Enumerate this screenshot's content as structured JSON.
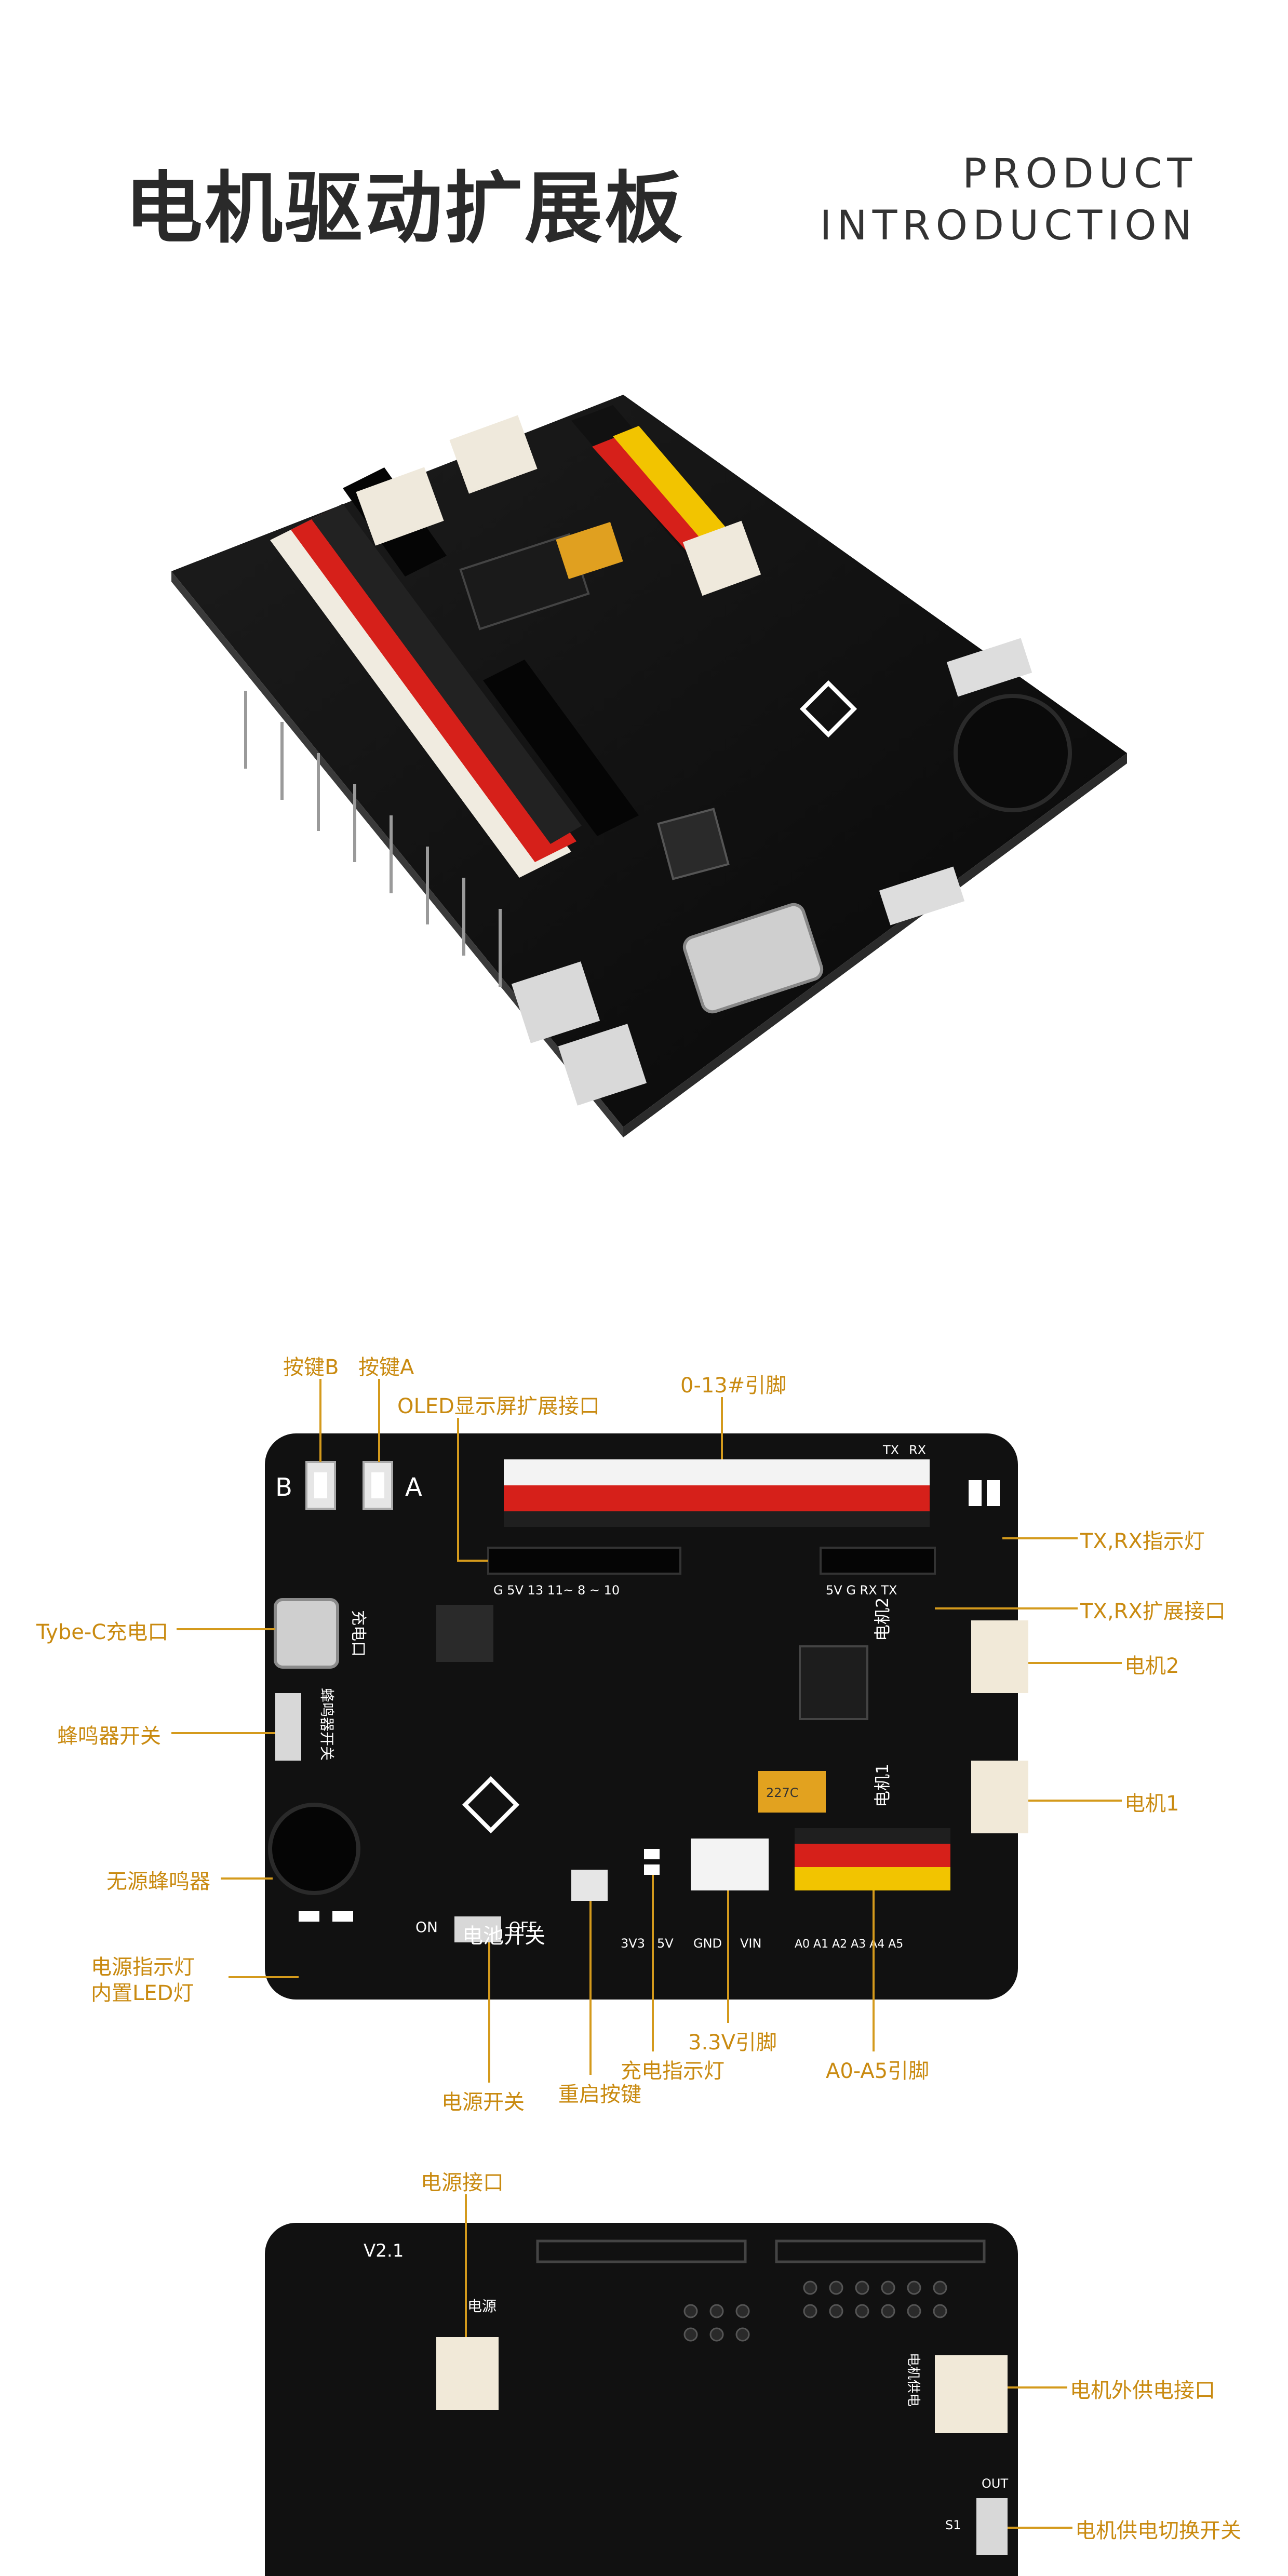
{
  "header": {
    "title": "电机驱动扩展板",
    "product_line1": "PRODUCT",
    "product_line2": "INTRODUCTION"
  },
  "top_labels": {
    "key_b": "按键B",
    "key_a": "按键A",
    "oled": "OLED显示屏扩展接口",
    "pins_0_13": "0-13#引脚",
    "typec": "Tybe-C充电口",
    "buzzer_switch": "蜂鸣器开关",
    "passive_buzzer": "无源蜂鸣器",
    "power_led_1": "电源指示灯",
    "power_led_2": "内置LED灯",
    "txrx_led": "TX,RX指示灯",
    "txrx_port": "TX,RX扩展接口",
    "motor2": "电机2",
    "motor1": "电机1",
    "battery_switch": "电池开关",
    "power_switch": "电源开关",
    "reset_button": "重启按键",
    "charge_led": "充电指示灯",
    "pin_3v3": "3.3V引脚",
    "pins_a0_a5": "A0-A5引脚"
  },
  "board_silk": {
    "b": "B",
    "a": "A",
    "charge_port": "充电口",
    "buzzer_switch": "蜂鸣器开关",
    "motor2": "电机2",
    "motor1": "电机1",
    "on": "ON",
    "off": "OFF",
    "gnd": "GND",
    "v5": "5V",
    "vin": "VIN",
    "v3": "3V3",
    "tx": "TX",
    "rx": "RX",
    "g": "G",
    "oled_row": "G   5V   13   11~   8   ~   10",
    "txrx_row": "5V   G   RX   TX",
    "analog_row": "A0  A1  A2  A3  A4  A5",
    "cap": "227C"
  },
  "bottom_labels": {
    "power_port": "电源接口",
    "motor_ext_power": "电机外供电接口",
    "motor_power_switch": "电机供电切换开关"
  },
  "bottom_silk": {
    "version": "V2.1",
    "power": "电源",
    "motor_power": "电机供电",
    "out": "OUT",
    "s1": "S1"
  },
  "colors": {
    "board": "#111111",
    "accent_label": "#c98a10",
    "pin_red": "#d6201a",
    "pin_yellow": "#f2c400",
    "connector": "#f2ead8"
  }
}
